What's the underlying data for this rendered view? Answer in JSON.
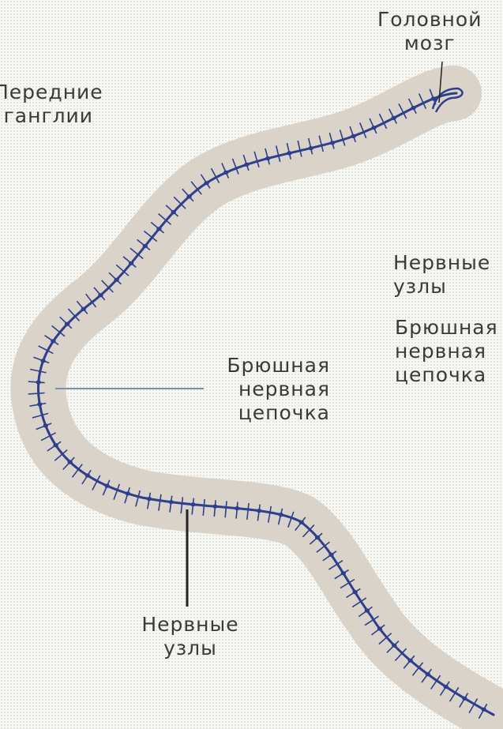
{
  "labels": {
    "brain": "Головной\nмозг",
    "front_ganglia": "Передние\nганглии",
    "ventral_chain_center": "Брюшная\nнервная\nцепочка",
    "nerve_nodes_bottom": "Нервные\nузлы",
    "nerve_nodes_right": "Нервные\nузлы",
    "ventral_chain_right": "Брюшная\nнервная\nцепочка"
  },
  "colors": {
    "body": "#d9d3c9",
    "nerve": "#2e3f8c",
    "leader": "#222222",
    "pointer": "#7a8fa8"
  }
}
